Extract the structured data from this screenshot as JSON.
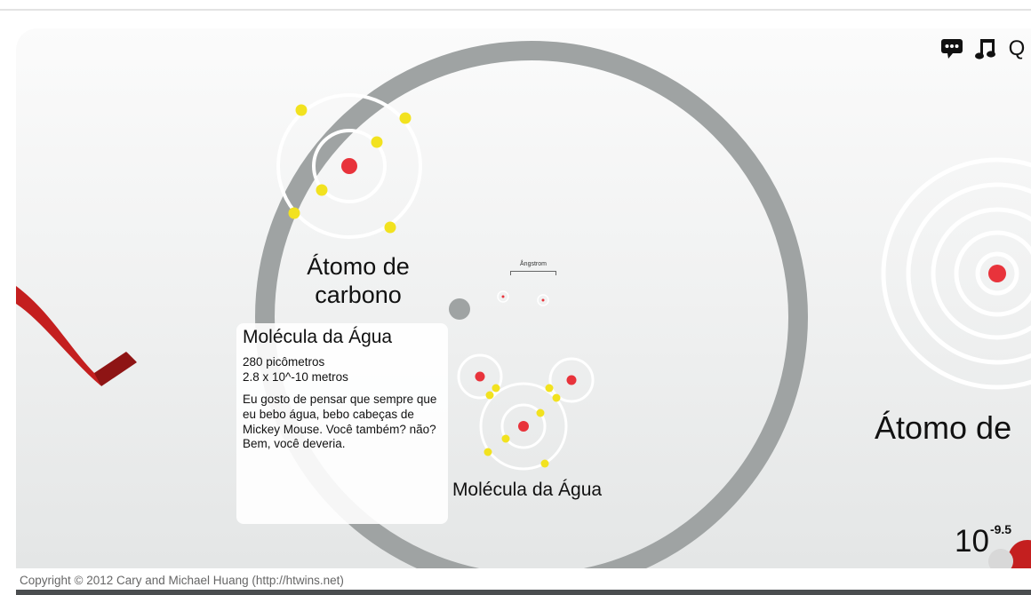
{
  "toolbar": {
    "comments_icon": "speech-bubble-icon",
    "music_icon": "music-note-icon",
    "search_icon": "search-icon",
    "search_glyph": "Q"
  },
  "scene": {
    "carbon_label": "Átomo de carbono",
    "water_label": "Molécula da Água",
    "atom_label_partial": "Átomo de",
    "angstrom_label": "Ångstrom",
    "scale_base": "10",
    "scale_exponent": "-9.5"
  },
  "info_card": {
    "title": "Molécula da Água",
    "size_pm": "280 picômetros",
    "size_m": "2.8 x 10^-10 metros",
    "description": "Eu gosto de pensar que sempre que eu bebo água, bebo cabeças de Mickey Mouse. Você também? não? Bem, você deveria."
  },
  "footer": {
    "copyright": "Copyright © 2012 Cary and Michael Huang (http://htwins.net)"
  },
  "colors": {
    "ring": "#9fa3a3",
    "nucleus": "#e8333b",
    "electron": "#f2e21f",
    "ribbon": "#c41f1f",
    "background": "#eef0f0"
  }
}
